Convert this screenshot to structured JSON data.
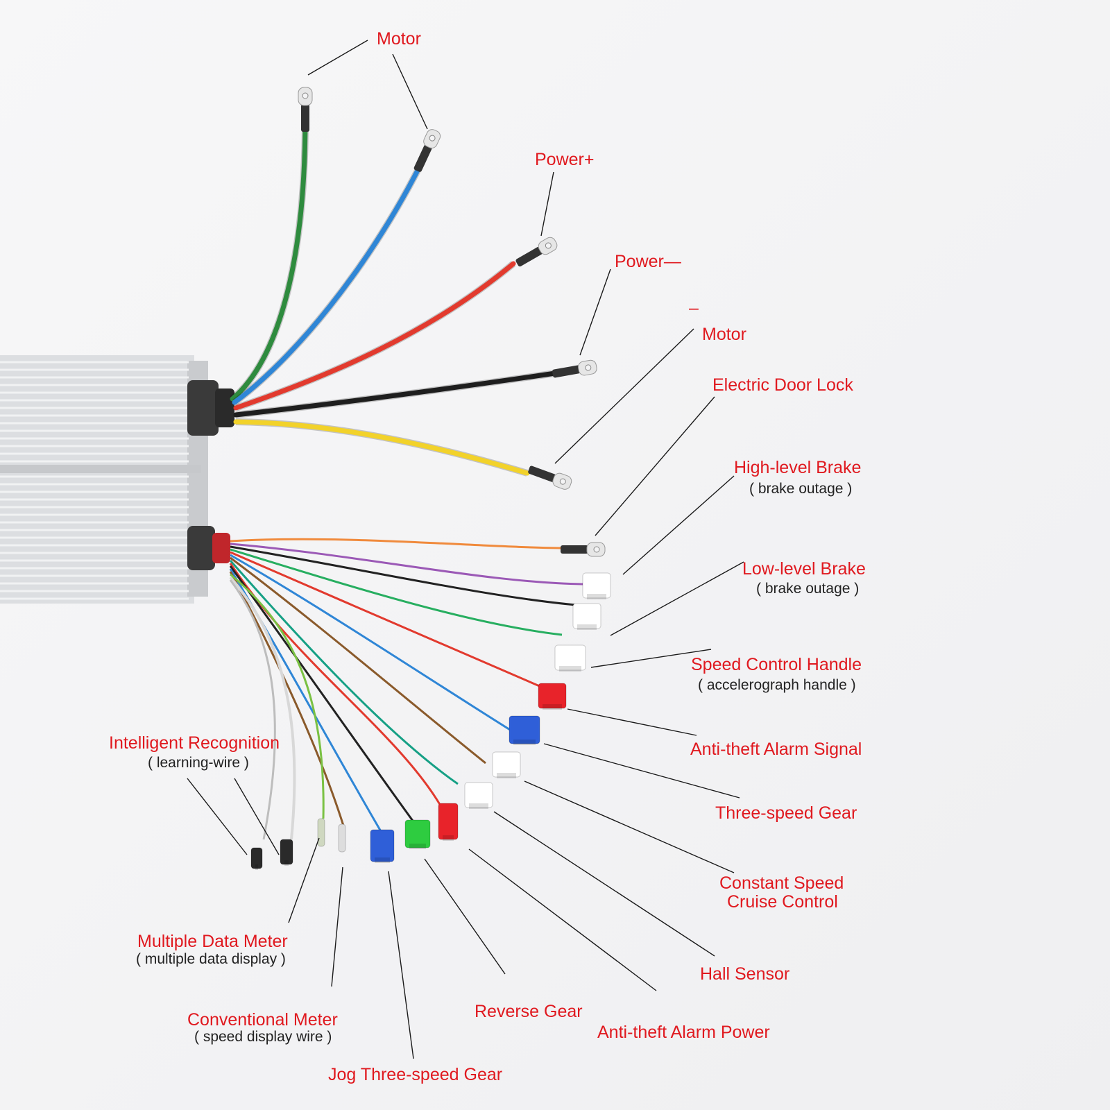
{
  "labels": {
    "motor_top": "Motor",
    "power_plus": "Power+",
    "power_minus": "Power—",
    "motor_side": "Motor",
    "minus_mark": "–",
    "electric_door_lock": "Electric Door Lock",
    "high_level_brake": "High-level Brake",
    "high_level_brake_sub": "( brake outage )",
    "low_level_brake": "Low-level Brake",
    "low_level_brake_sub": "( brake outage )",
    "speed_control_handle": "Speed Control Handle",
    "speed_control_handle_sub": "( accelerograph handle )",
    "anti_theft_alarm_signal": "Anti-theft Alarm Signal",
    "three_speed_gear": "Three-speed Gear",
    "constant_speed_1": "Constant Speed",
    "constant_speed_2": "Cruise Control",
    "hall_sensor": "Hall Sensor",
    "anti_theft_alarm_power": "Anti-theft Alarm Power",
    "reverse_gear": "Reverse  Gear",
    "jog_three_speed_gear": "Jog Three-speed Gear",
    "conventional_meter": "Conventional Meter",
    "conventional_meter_sub": "( speed display wire )",
    "multiple_data_meter": "Multiple Data Meter",
    "multiple_data_meter_sub": "( multiple data display )",
    "intelligent_recognition": "Intelligent  Recognition",
    "intelligent_recognition_sub": "( learning-wire )"
  },
  "colors": {
    "label": "#e0191f",
    "sublabel": "#222222",
    "leader": "#1a1a1a",
    "housing": "#d9dbde",
    "wire_green": "#2e8b3e",
    "wire_blue": "#2f86d6",
    "wire_red": "#e23a2e",
    "wire_black": "#1e1e1e",
    "wire_yellow": "#f2d22a",
    "wire_orange": "#f08a3c",
    "wire_purple": "#9b59b6",
    "connector_red": "#e8232a",
    "connector_blue": "#2f5fd8",
    "connector_green": "#2ecc40"
  }
}
